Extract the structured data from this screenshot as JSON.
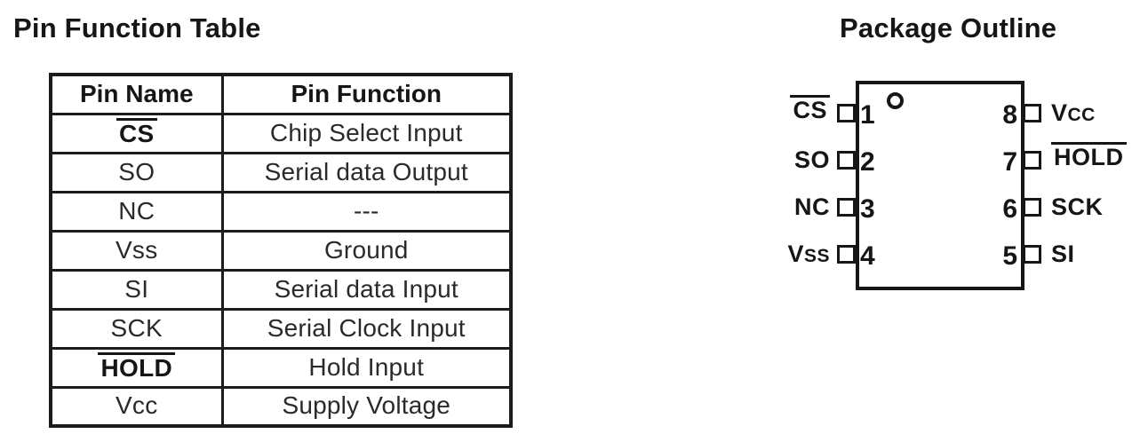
{
  "titles": {
    "table": "Pin Function Table",
    "outline": "Package Outline"
  },
  "pin_table": {
    "headers": [
      "Pin Name",
      "Pin Function"
    ],
    "rows": [
      {
        "name": "CS",
        "overline": true,
        "bold": true,
        "function": "Chip Select Input"
      },
      {
        "name": "SO",
        "overline": false,
        "bold": false,
        "function": "Serial data Output"
      },
      {
        "name": "NC",
        "overline": false,
        "bold": false,
        "function": "---"
      },
      {
        "name": "Vss",
        "overline": false,
        "bold": false,
        "function": "Ground"
      },
      {
        "name": "SI",
        "overline": false,
        "bold": false,
        "function": "Serial data Input"
      },
      {
        "name": "SCK",
        "overline": false,
        "bold": false,
        "function": "Serial Clock Input"
      },
      {
        "name": "HOLD",
        "overline": true,
        "bold": true,
        "function": "Hold Input"
      },
      {
        "name": "Vcc",
        "overline": false,
        "bold": false,
        "function": "Supply Voltage"
      }
    ]
  },
  "package": {
    "pin1_marker_icon": "circle",
    "left_pins": [
      {
        "number": "1",
        "label": "CS",
        "overline": true,
        "small_suffix": false
      },
      {
        "number": "2",
        "label": "SO",
        "overline": false,
        "small_suffix": false
      },
      {
        "number": "3",
        "label": "NC",
        "overline": false,
        "small_suffix": false
      },
      {
        "number": "4",
        "label": "VSS",
        "overline": false,
        "small_suffix": true
      }
    ],
    "right_pins": [
      {
        "number": "8",
        "label": "VCC",
        "overline": false,
        "small_suffix": true
      },
      {
        "number": "7",
        "label": "HOLD",
        "overline": true,
        "small_suffix": false
      },
      {
        "number": "6",
        "label": "SCK",
        "overline": false,
        "small_suffix": false
      },
      {
        "number": "5",
        "label": "SI",
        "overline": false,
        "small_suffix": false
      }
    ]
  },
  "colors": {
    "ink": "#2a2a2a",
    "ink_bold": "#161616",
    "line": "#1c1c1c",
    "background": "#ffffff"
  }
}
